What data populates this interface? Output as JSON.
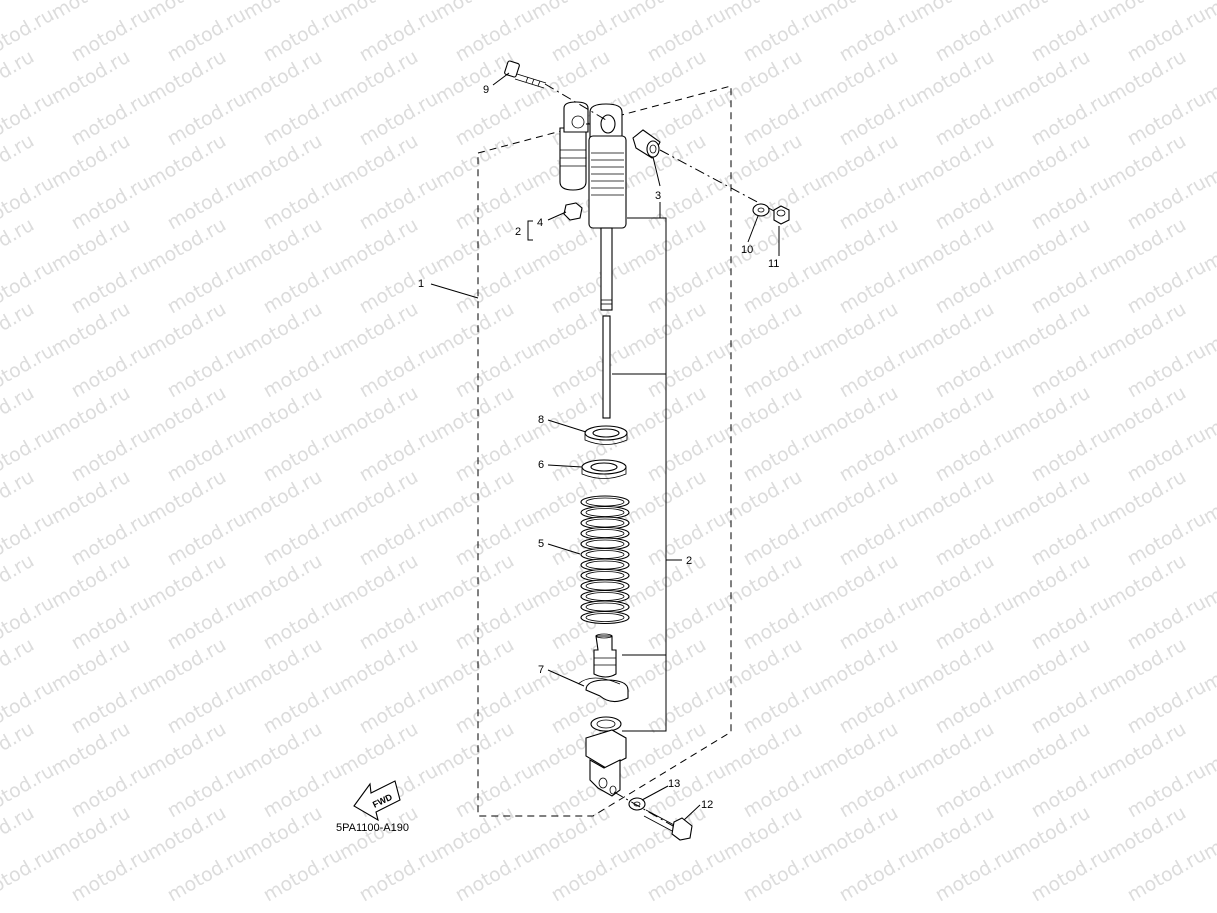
{
  "watermark": {
    "text": "motod.ru",
    "color": "#dcdcdc"
  },
  "diagram_code": "5PA1100-A190",
  "fwd_label": "FWD",
  "part_labels": {
    "p1": "1",
    "p2_rod": "2",
    "p2_small": "2",
    "p3": "3",
    "p4": "4",
    "p5": "5",
    "p6": "6",
    "p7": "7",
    "p8": "8",
    "p9": "9",
    "p10": "10",
    "p11": "11",
    "p12": "12",
    "p13": "13"
  },
  "icons": {
    "fwd_arrow": "fwd-arrow-icon"
  }
}
